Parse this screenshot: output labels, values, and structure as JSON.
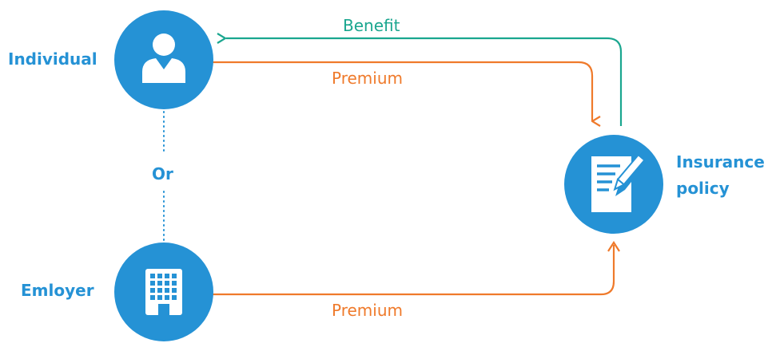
{
  "colors": {
    "node_fill": "#2592d5",
    "node_label": "#2592d5",
    "benefit": "#1aa68f",
    "premium": "#ef7a2b",
    "icon": "#ffffff"
  },
  "nodes": {
    "individual": {
      "label": "Individual",
      "icon": "person-icon"
    },
    "employer": {
      "label": "Emloyer",
      "icon": "office-building-icon"
    },
    "insurance_policy": {
      "label_line1": "Insurance",
      "label_line2": "policy",
      "icon": "document-pen-icon"
    }
  },
  "connector": {
    "label": "Or"
  },
  "flows": {
    "benefit": {
      "label": "Benefit"
    },
    "premium_individual": {
      "label": "Premium"
    },
    "premium_employer": {
      "label": "Premium"
    }
  }
}
